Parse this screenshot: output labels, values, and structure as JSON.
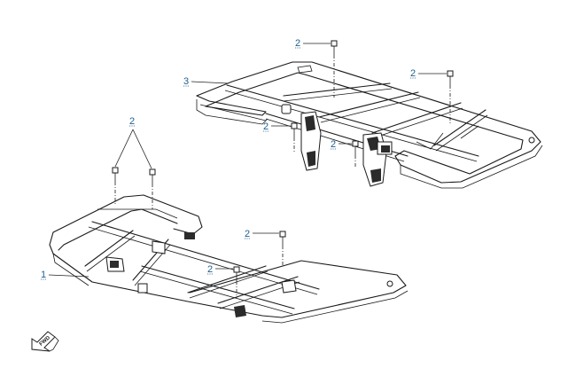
{
  "callouts": {
    "part_1": "1",
    "part_2": "2",
    "part_3": "3"
  },
  "fwd_label": "FWD",
  "icons": {
    "fwd": "arrow-left-down-icon",
    "bolt": "bolt-icon"
  },
  "colors": {
    "callout_text": "#1f5f8b",
    "line_art": "#1a1a1a"
  }
}
